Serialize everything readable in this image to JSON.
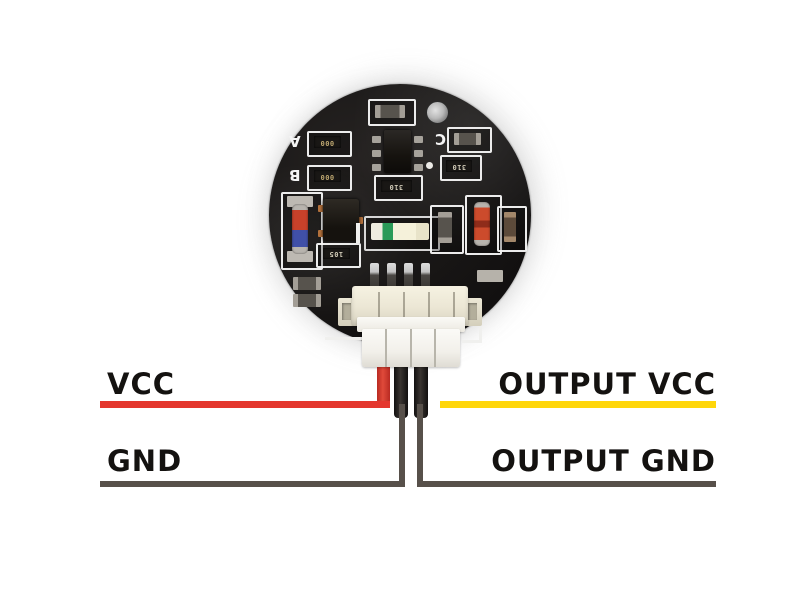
{
  "annotations": {
    "vcc": "VCC",
    "gnd": "GND",
    "output_vcc": "OUTPUT VCC",
    "output_gnd": "OUTPUT GND"
  },
  "board": {
    "silkscreen_letters": {
      "a": "A",
      "b": "B",
      "c": "C"
    },
    "component_markings": {
      "resistor_a": "000",
      "resistor_b": "000",
      "resistor_center": "310",
      "resistor_right": "310",
      "resistor_bottom": "105"
    }
  },
  "connections": [
    {
      "wire_color": "red",
      "label": "VCC",
      "side": "left"
    },
    {
      "wire_color": "black",
      "label": "GND",
      "side": "left"
    },
    {
      "wire_color": "black",
      "label": "OUTPUT GND",
      "side": "right"
    },
    {
      "wire_color": "yellow",
      "label": "OUTPUT VCC",
      "side": "right"
    }
  ],
  "colors": {
    "vcc_line": "#e4372e",
    "output_vcc_line": "#ffd60a",
    "gnd_line": "#57504a",
    "label_text": "#141210",
    "board": "#161413",
    "silkscreen": "#f5f5f5",
    "led_green_stripe": "#2a9a58",
    "diode_red": "#c8412a",
    "diode_blue": "#4050a8",
    "connector_cream": "#ebe6d4",
    "plug_white": "#f6f5f0",
    "wire_black": "#23201e"
  }
}
